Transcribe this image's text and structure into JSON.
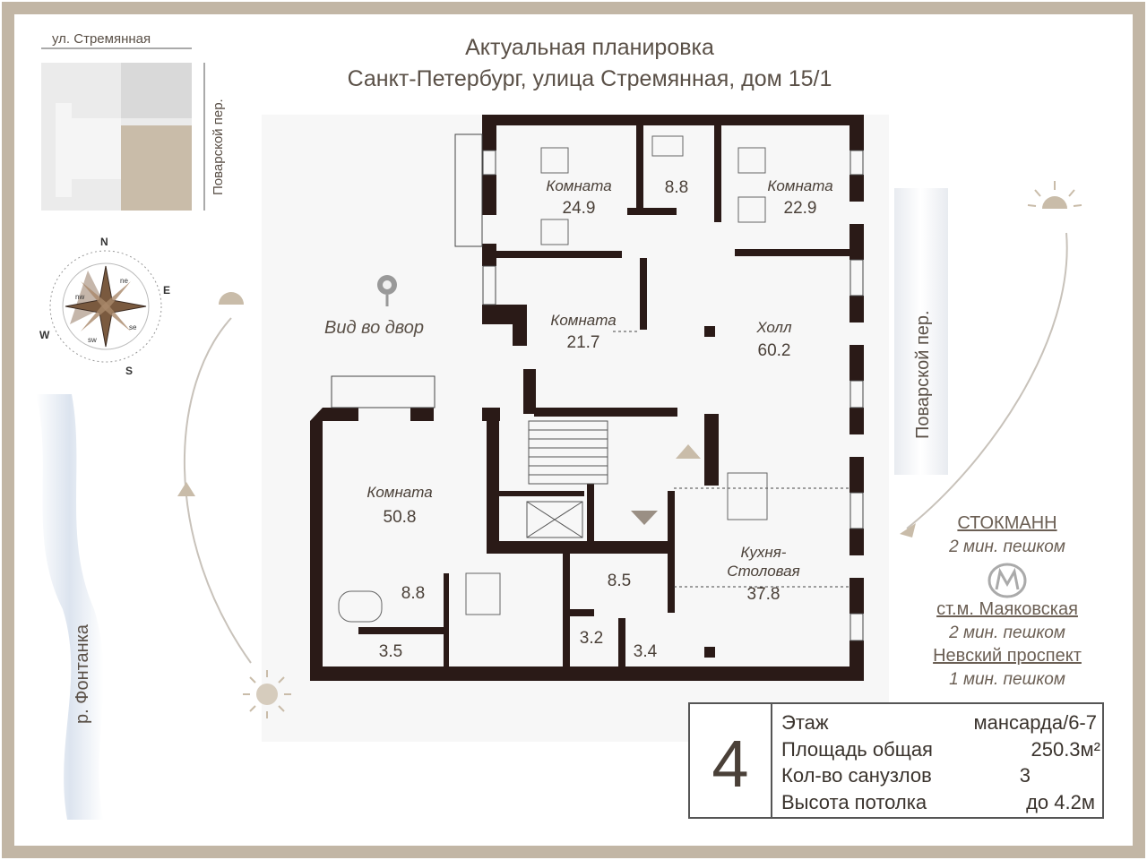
{
  "header": {
    "title": "Актуальная планировка",
    "address": "Санкт-Петербург, улица Стремянная, дом 15/1"
  },
  "site_map": {
    "street_top": "ул. Стремянная",
    "street_right": "Поварской пер."
  },
  "compass": {
    "labels": {
      "n": "N",
      "e": "E",
      "s": "S",
      "w": "W",
      "ne": "ne",
      "nw": "nw",
      "se": "se",
      "sw": "sw"
    }
  },
  "map_labels": {
    "courtyard_view": "Вид во двор",
    "lane": "Поварской пер.",
    "river": "р. Фонтанка"
  },
  "rooms": [
    {
      "id": "room-top-left",
      "name": "Комната",
      "area": "24.9"
    },
    {
      "id": "bath-top",
      "name": "",
      "area": "8.8"
    },
    {
      "id": "room-top-right",
      "name": "Комната",
      "area": "22.9"
    },
    {
      "id": "room-middle",
      "name": "Комната",
      "area": "21.7"
    },
    {
      "id": "hall",
      "name": "Холл",
      "area": "60.2"
    },
    {
      "id": "room-left",
      "name": "Комната",
      "area": "50.8"
    },
    {
      "id": "bath-left",
      "name": "",
      "area": "8.8"
    },
    {
      "id": "wc-left",
      "name": "",
      "area": "3.5"
    },
    {
      "id": "corridor",
      "name": "",
      "area": "8.5"
    },
    {
      "id": "wc-small",
      "name": "",
      "area": "3.2"
    },
    {
      "id": "storage",
      "name": "",
      "area": "3.4"
    },
    {
      "id": "kitchen",
      "name_line1": "Кухня-",
      "name_line2": "Столовая",
      "area": "37.8"
    }
  ],
  "poi": {
    "store": "СТОКМАНН",
    "store_time": "2 мин. пешком",
    "metro_symbol": "М",
    "metro": "ст.м. Маяковская",
    "metro_time": "2 мин. пешком",
    "avenue": "Невский проспект",
    "avenue_time": "1 мин. пешком"
  },
  "info": {
    "unit_number": "4",
    "rows": [
      {
        "label": "Этаж",
        "value": "мансарда/6-7"
      },
      {
        "label": "Площадь общая",
        "value": "250.3м²"
      },
      {
        "label": "Кол-во санузлов",
        "value": "3"
      },
      {
        "label": "Высота потолка",
        "value": "до 4.2м"
      }
    ]
  },
  "colors": {
    "frame": "#c2b6a5",
    "wall": "#2a1a17",
    "accent": "#b9ab98",
    "text": "#4a4038",
    "water": "#dbe3ee"
  }
}
